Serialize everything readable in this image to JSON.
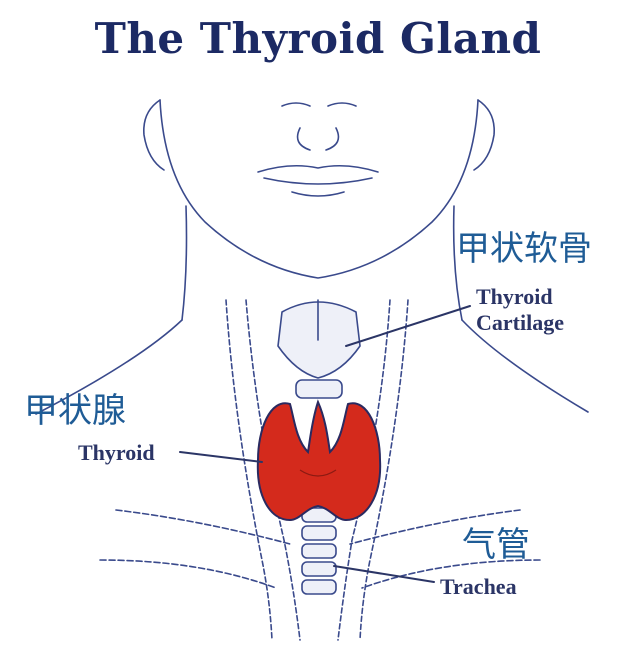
{
  "title": "The Thyroid Gland",
  "labels": {
    "thyroid_cartilage_zh": "甲状软骨",
    "thyroid_cartilage_en_1": "Thyroid",
    "thyroid_cartilage_en_2": "Cartilage",
    "thyroid_zh": "甲状腺",
    "thyroid_en": "Thyroid",
    "trachea_zh": "气管",
    "trachea_en": "Trachea"
  },
  "colors": {
    "title": "#1c2a64",
    "outline": "#3a4a8c",
    "gland": "#d42a1c",
    "chinese_text": "#1f5c96"
  }
}
